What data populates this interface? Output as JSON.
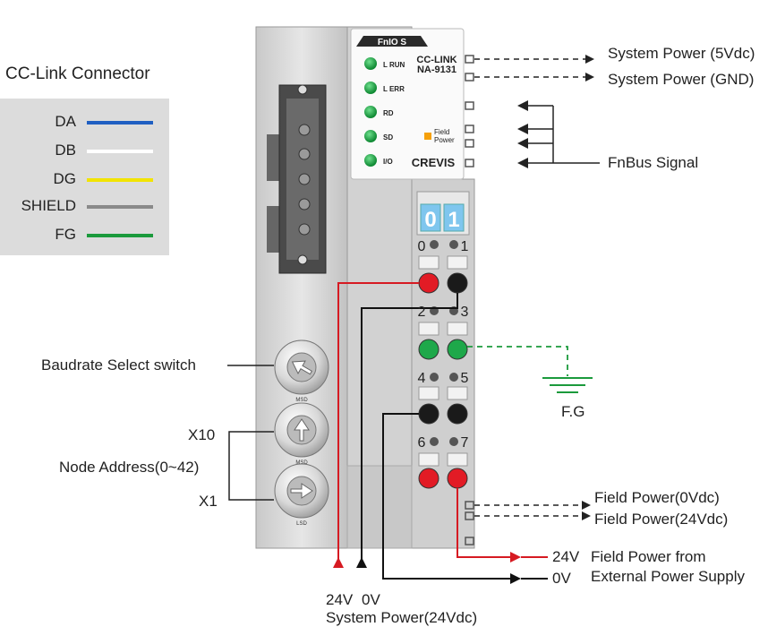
{
  "legend": {
    "title": "CC-Link Connector",
    "items": [
      {
        "name": "DA",
        "color": "#1f5fc2"
      },
      {
        "name": "DB",
        "color": "#ffffff"
      },
      {
        "name": "DG",
        "color": "#f2e400"
      },
      {
        "name": "SHIELD",
        "color": "#8a8a8a"
      },
      {
        "name": "FG",
        "color": "#1b9a3c"
      }
    ]
  },
  "module": {
    "brand_tab": "FnIO S",
    "product_line": "CC-LINK",
    "model": "NA-9131",
    "leds": [
      "L RUN",
      "L ERR",
      "RD",
      "SD",
      "I/O"
    ],
    "field_power_label": [
      "Field",
      "Power"
    ],
    "maker": "CREVIS",
    "channel_display": [
      "0",
      "1"
    ],
    "terminal_numbers": [
      "0",
      "1",
      "2",
      "3",
      "4",
      "5",
      "6",
      "7"
    ],
    "switch_labels": [
      "MSD",
      "MSD",
      "LSD"
    ]
  },
  "labels": {
    "system_power_5v": "System Power (5Vdc)",
    "system_power_gnd": "System Power (GND)",
    "fnbus_signal": "FnBus Signal",
    "baudrate_switch": "Baudrate Select switch",
    "x10": "X10",
    "node_address": "Node Address(0~42)",
    "x1": "X1",
    "fg": "F.G",
    "field_power_0v": "Field Power(0Vdc)",
    "field_power_24v": "Field Power(24Vdc)",
    "ext_24v": "24V",
    "ext_0v": "0V",
    "field_power_from": "Field Power from",
    "external_power_supply": "External Power Supply",
    "sys_24v": "24V",
    "sys_0v": "0V",
    "system_power_24v": "System Power(24Vdc)"
  },
  "colors": {
    "red_wire": "#d61a22",
    "black_wire": "#111111",
    "green_dashed": "#1b9a3c",
    "green_led": "#1ea84a",
    "orange_indicator": "#f5a00a",
    "display_blue": "#7fc6ee"
  }
}
